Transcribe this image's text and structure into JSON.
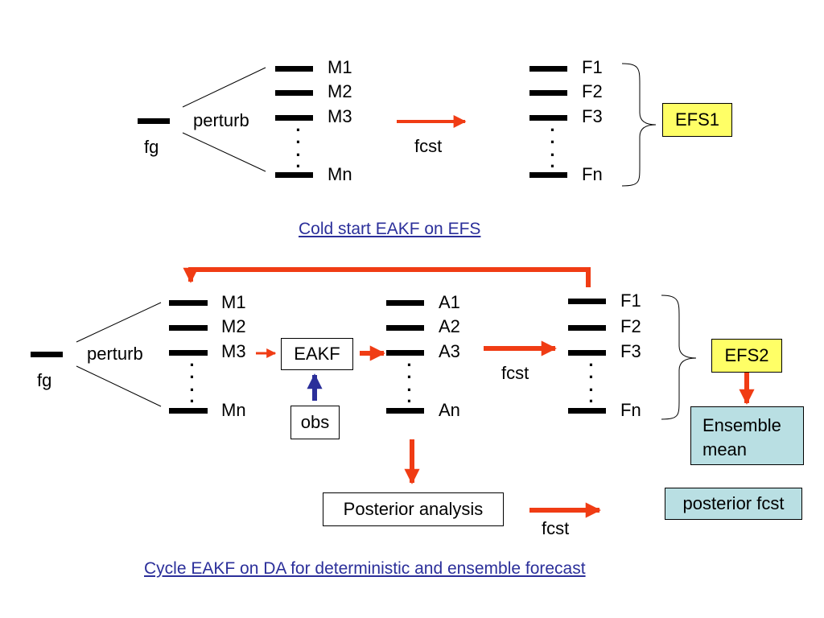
{
  "top": {
    "fg": "fg",
    "perturb": "perturb",
    "members": [
      "M1",
      "M2",
      "M3",
      "Mn"
    ],
    "fcst": "fcst",
    "forecasts": [
      "F1",
      "F2",
      "F3",
      "Fn"
    ],
    "efs": "EFS1",
    "caption": "Cold start EAKF on EFS"
  },
  "bottom": {
    "fg": "fg",
    "perturb": "perturb",
    "members": [
      "M1",
      "M2",
      "M3",
      "Mn"
    ],
    "eakf": "EAKF",
    "obs": "obs",
    "analyses": [
      "A1",
      "A2",
      "A3",
      "An"
    ],
    "fcst": "fcst",
    "forecasts": [
      "F1",
      "F2",
      "F3",
      "Fn"
    ],
    "efs": "EFS2",
    "ensemble_mean": "Ensemble mean",
    "posterior_analysis": "Posterior analysis",
    "fcst2": "fcst",
    "posterior_fcst": "posterior fcst",
    "caption": "Cycle EAKF on DA for deterministic and ensemble forecast"
  },
  "colors": {
    "arrow_red": "#f03c14",
    "arrow_blue": "#2b2f9a",
    "efs_fill": "#ffff66",
    "mean_fill": "#b9dfe3",
    "caption": "#2b2f9a"
  }
}
